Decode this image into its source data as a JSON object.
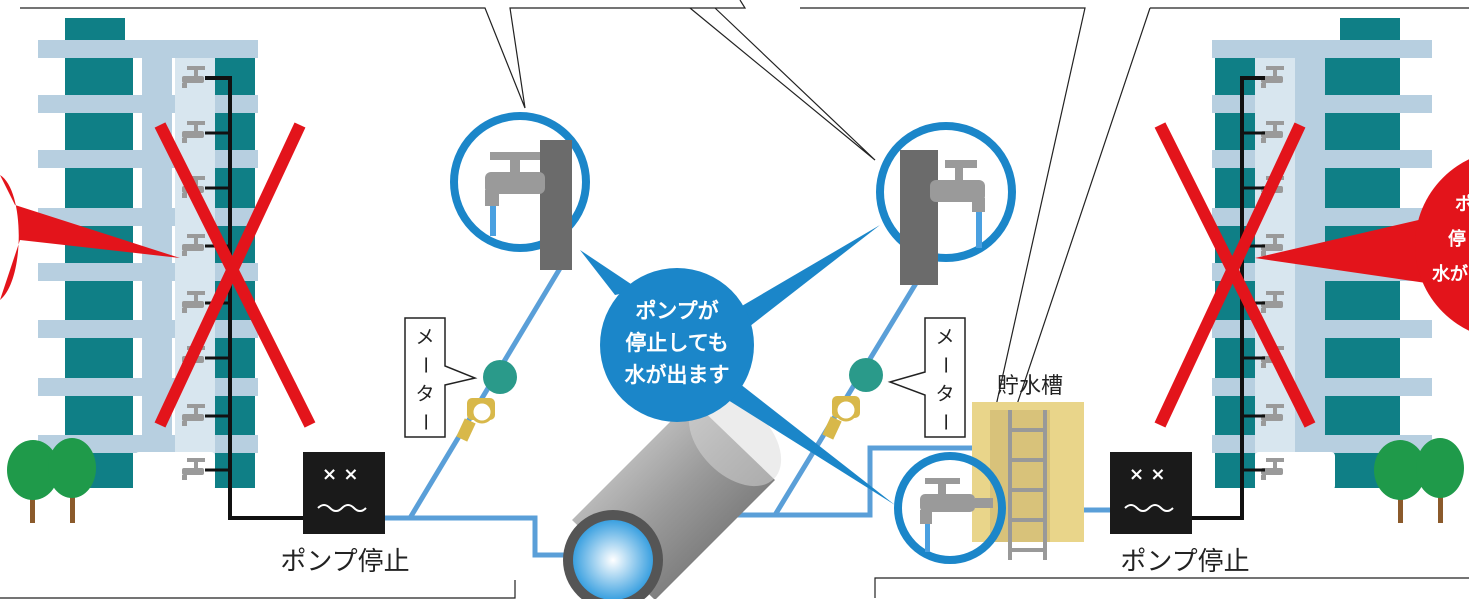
{
  "labels": {
    "pump_stop_left": "ポンプ停止",
    "pump_stop_right": "ポンプ停止",
    "meter_left": [
      "メ",
      "ー",
      "タ",
      "ー"
    ],
    "meter_right": [
      "メ",
      "ー",
      "タ",
      "ー"
    ],
    "storage_tank": "貯水槽",
    "callout_center": [
      "ポンプが",
      "停止しても",
      "水が出ます"
    ],
    "callout_right_partial": [
      "ポ",
      "停",
      "水が"
    ]
  },
  "colors": {
    "building_teal": "#0f7f86",
    "building_band": "#b7cfe0",
    "pipe_blue": "#5a9fd8",
    "circle_blue": "#1b86c9",
    "cross_red": "#e3141b",
    "tank_tan": "#e9d58a",
    "pump_black": "#1a1a1a",
    "tree_green": "#1f9a4a"
  }
}
